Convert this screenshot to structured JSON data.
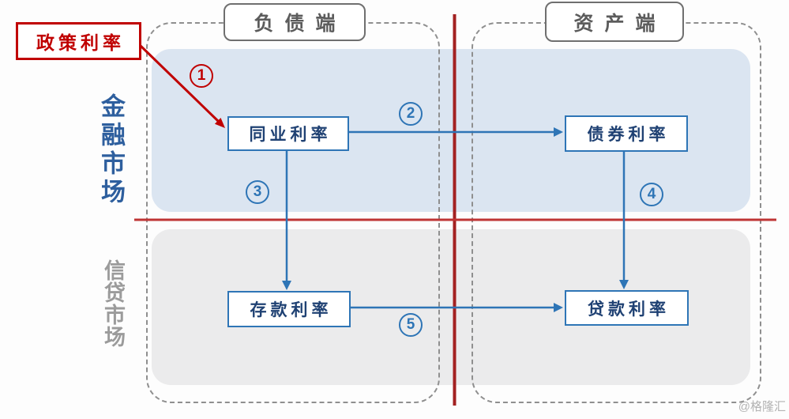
{
  "policy_rate_label": "政策利率",
  "columns": {
    "liability": "负债端",
    "asset": "资产端"
  },
  "markets": {
    "financial": "金融市场",
    "credit": "信贷市场"
  },
  "nodes": {
    "interbank": "同业利率",
    "bond": "债券利率",
    "deposit": "存款利率",
    "loan": "贷款利率"
  },
  "steps": {
    "s1": "1",
    "s2": "2",
    "s3": "3",
    "s4": "4",
    "s5": "5"
  },
  "watermark": "@格隆汇",
  "colors": {
    "accent_red": "#c00000",
    "divider_red_vertical": "#a32121",
    "divider_red_horizontal": "#bf3434",
    "accent_blue": "#2e75b6",
    "node_text_blue": "#1f4173",
    "financial_band": "#dbe5f1",
    "credit_band": "#ebebec",
    "dashed_border_gray": "#8f8f8f"
  }
}
